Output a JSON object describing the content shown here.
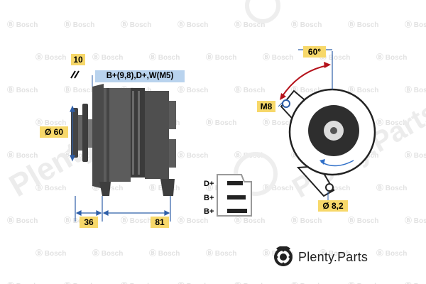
{
  "watermark": {
    "tile_text": "Bosch",
    "big_text": "Plenty.Parts"
  },
  "labels": {
    "spacer_count": "10",
    "terminals": "B+(9,8),D+,W(M5)",
    "pulley_diameter": "Ø 60",
    "dim_left": "36",
    "dim_right": "81",
    "mount_angle": "60°",
    "thread": "M8",
    "hole_diameter": "Ø 8,2"
  },
  "terminal_block": {
    "rows": [
      "D+",
      "B+",
      "B+"
    ]
  },
  "brand": {
    "name": "Plenty.Parts"
  },
  "colors": {
    "tag_yellow": "#f7d86a",
    "tag_blue": "#b9d3ee",
    "dimension_blue": "#2f5fa8",
    "angle_red": "#b5121b",
    "body_dark": "#3a3a3a",
    "body_mid": "#5a5a5a"
  }
}
